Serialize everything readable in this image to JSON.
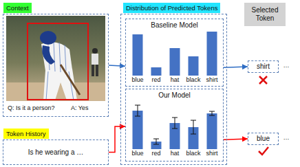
{
  "diagram": {
    "nodes": [
      {
        "text": [
          "Context",
          "Q: Is it a person?",
          "A: Yes"
        ]
      },
      {
        "text": [
          "Token History",
          "Is he wearing a …"
        ]
      },
      {
        "text": [
          "Distribution of Predicted Tokens"
        ]
      },
      {
        "text": [
          "Baseline Model"
        ],
        "in": 2
      },
      {
        "text": [
          "Our Model"
        ],
        "in": 2
      },
      {
        "text": [
          "Selected Token"
        ]
      },
      {
        "text": [
          "shirt"
        ]
      },
      {
        "text": [
          "blue"
        ]
      }
    ],
    "edges": [
      {
        "from": 0,
        "to": 3,
        "arrow": "to"
      },
      {
        "from": 1,
        "to": 4,
        "arrow": "to"
      },
      {
        "from": 3,
        "to": 6,
        "arrow": "to"
      },
      {
        "from": 4,
        "to": 7,
        "arrow": "to"
      }
    ],
    "labels": [
      "blue",
      "red",
      "hat",
      "black",
      "shirt",
      "blue",
      "red",
      "hat",
      "black",
      "shirt",
      "…",
      "…"
    ]
  }
}
